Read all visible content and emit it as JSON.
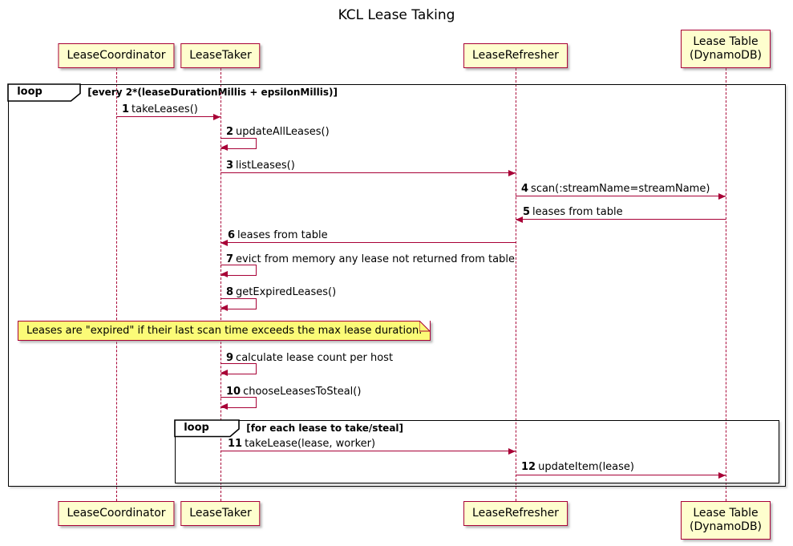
{
  "title": "KCL Lease Taking",
  "participants": [
    {
      "name": "LeaseCoordinator"
    },
    {
      "name": "LeaseTaker"
    },
    {
      "name": "LeaseRefresher"
    },
    {
      "name": "Lease Table",
      "sub": "(DynamoDB)"
    }
  ],
  "loops": {
    "outer": {
      "label": "loop",
      "condition": "[every 2*(leaseDurationMillis + epsilonMillis)]"
    },
    "inner": {
      "label": "loop",
      "condition": "[for each lease to take/steal]"
    }
  },
  "note": {
    "text": "Leases are \"expired\" if their last scan time exceeds the max lease duration."
  },
  "messages": [
    {
      "num": "1",
      "text": "takeLeases()",
      "from": "LeaseCoordinator",
      "to": "LeaseTaker"
    },
    {
      "num": "2",
      "text": "updateAllLeases()",
      "from": "LeaseTaker",
      "to": "LeaseTaker"
    },
    {
      "num": "3",
      "text": "listLeases()",
      "from": "LeaseTaker",
      "to": "LeaseRefresher"
    },
    {
      "num": "4",
      "text": "scan(:streamName=streamName)",
      "from": "LeaseRefresher",
      "to": "Lease Table (DynamoDB)"
    },
    {
      "num": "5",
      "text": "leases from table",
      "from": "Lease Table (DynamoDB)",
      "to": "LeaseRefresher"
    },
    {
      "num": "6",
      "text": "leases from table",
      "from": "LeaseRefresher",
      "to": "LeaseTaker"
    },
    {
      "num": "7",
      "text": "evict from memory any lease not returned from table",
      "from": "LeaseTaker",
      "to": "LeaseTaker"
    },
    {
      "num": "8",
      "text": "getExpiredLeases()",
      "from": "LeaseTaker",
      "to": "LeaseTaker"
    },
    {
      "num": "9",
      "text": "calculate lease count per host",
      "from": "LeaseTaker",
      "to": "LeaseTaker"
    },
    {
      "num": "10",
      "text": "chooseLeasesToSteal()",
      "from": "LeaseTaker",
      "to": "LeaseTaker"
    },
    {
      "num": "11",
      "text": "takeLease(lease, worker)",
      "from": "LeaseTaker",
      "to": "LeaseRefresher"
    },
    {
      "num": "12",
      "text": "updateItem(lease)",
      "from": "LeaseRefresher",
      "to": "Lease Table (DynamoDB)"
    }
  ],
  "colors": {
    "participant_fill": "#FEFECE",
    "line": "#A80036",
    "note_fill": "#FBFB77",
    "frame_border": "#000000",
    "background": "#FFFFFF"
  }
}
